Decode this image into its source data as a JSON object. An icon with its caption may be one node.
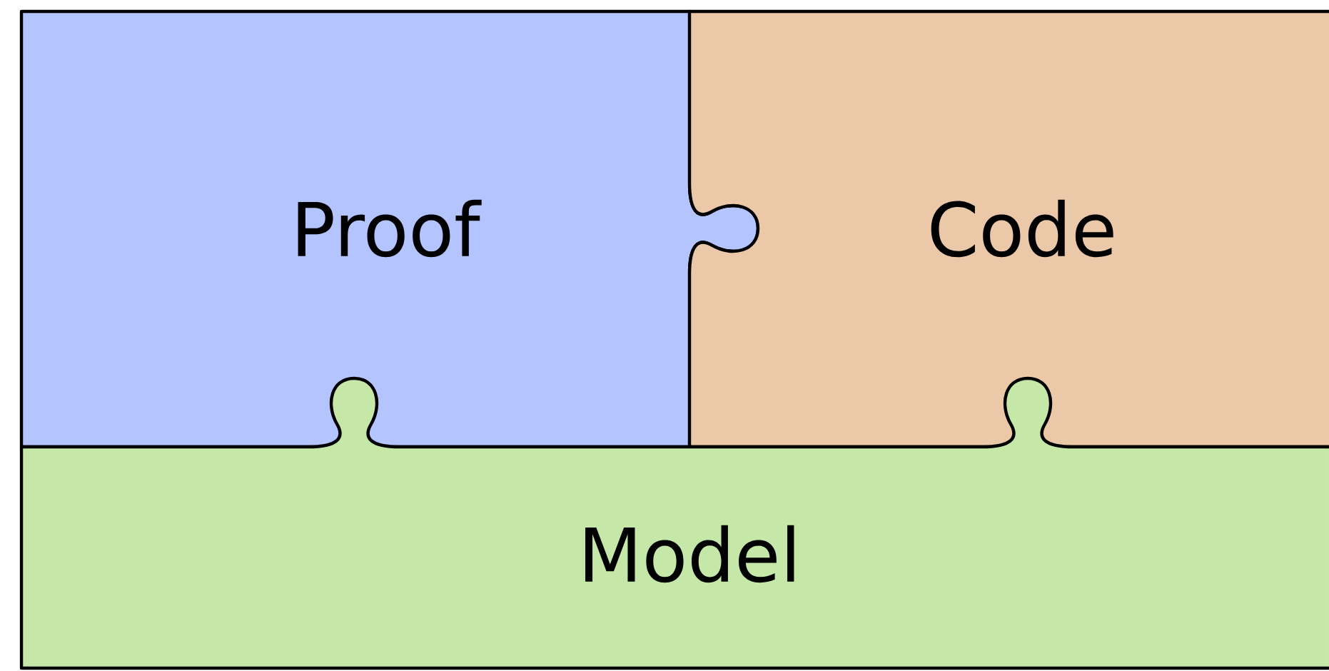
{
  "diagram": {
    "nodes": [
      {
        "text": [
          "Proof"
        ]
      },
      {
        "text": [
          "Code"
        ]
      },
      {
        "text": [
          "Model"
        ]
      }
    ]
  }
}
